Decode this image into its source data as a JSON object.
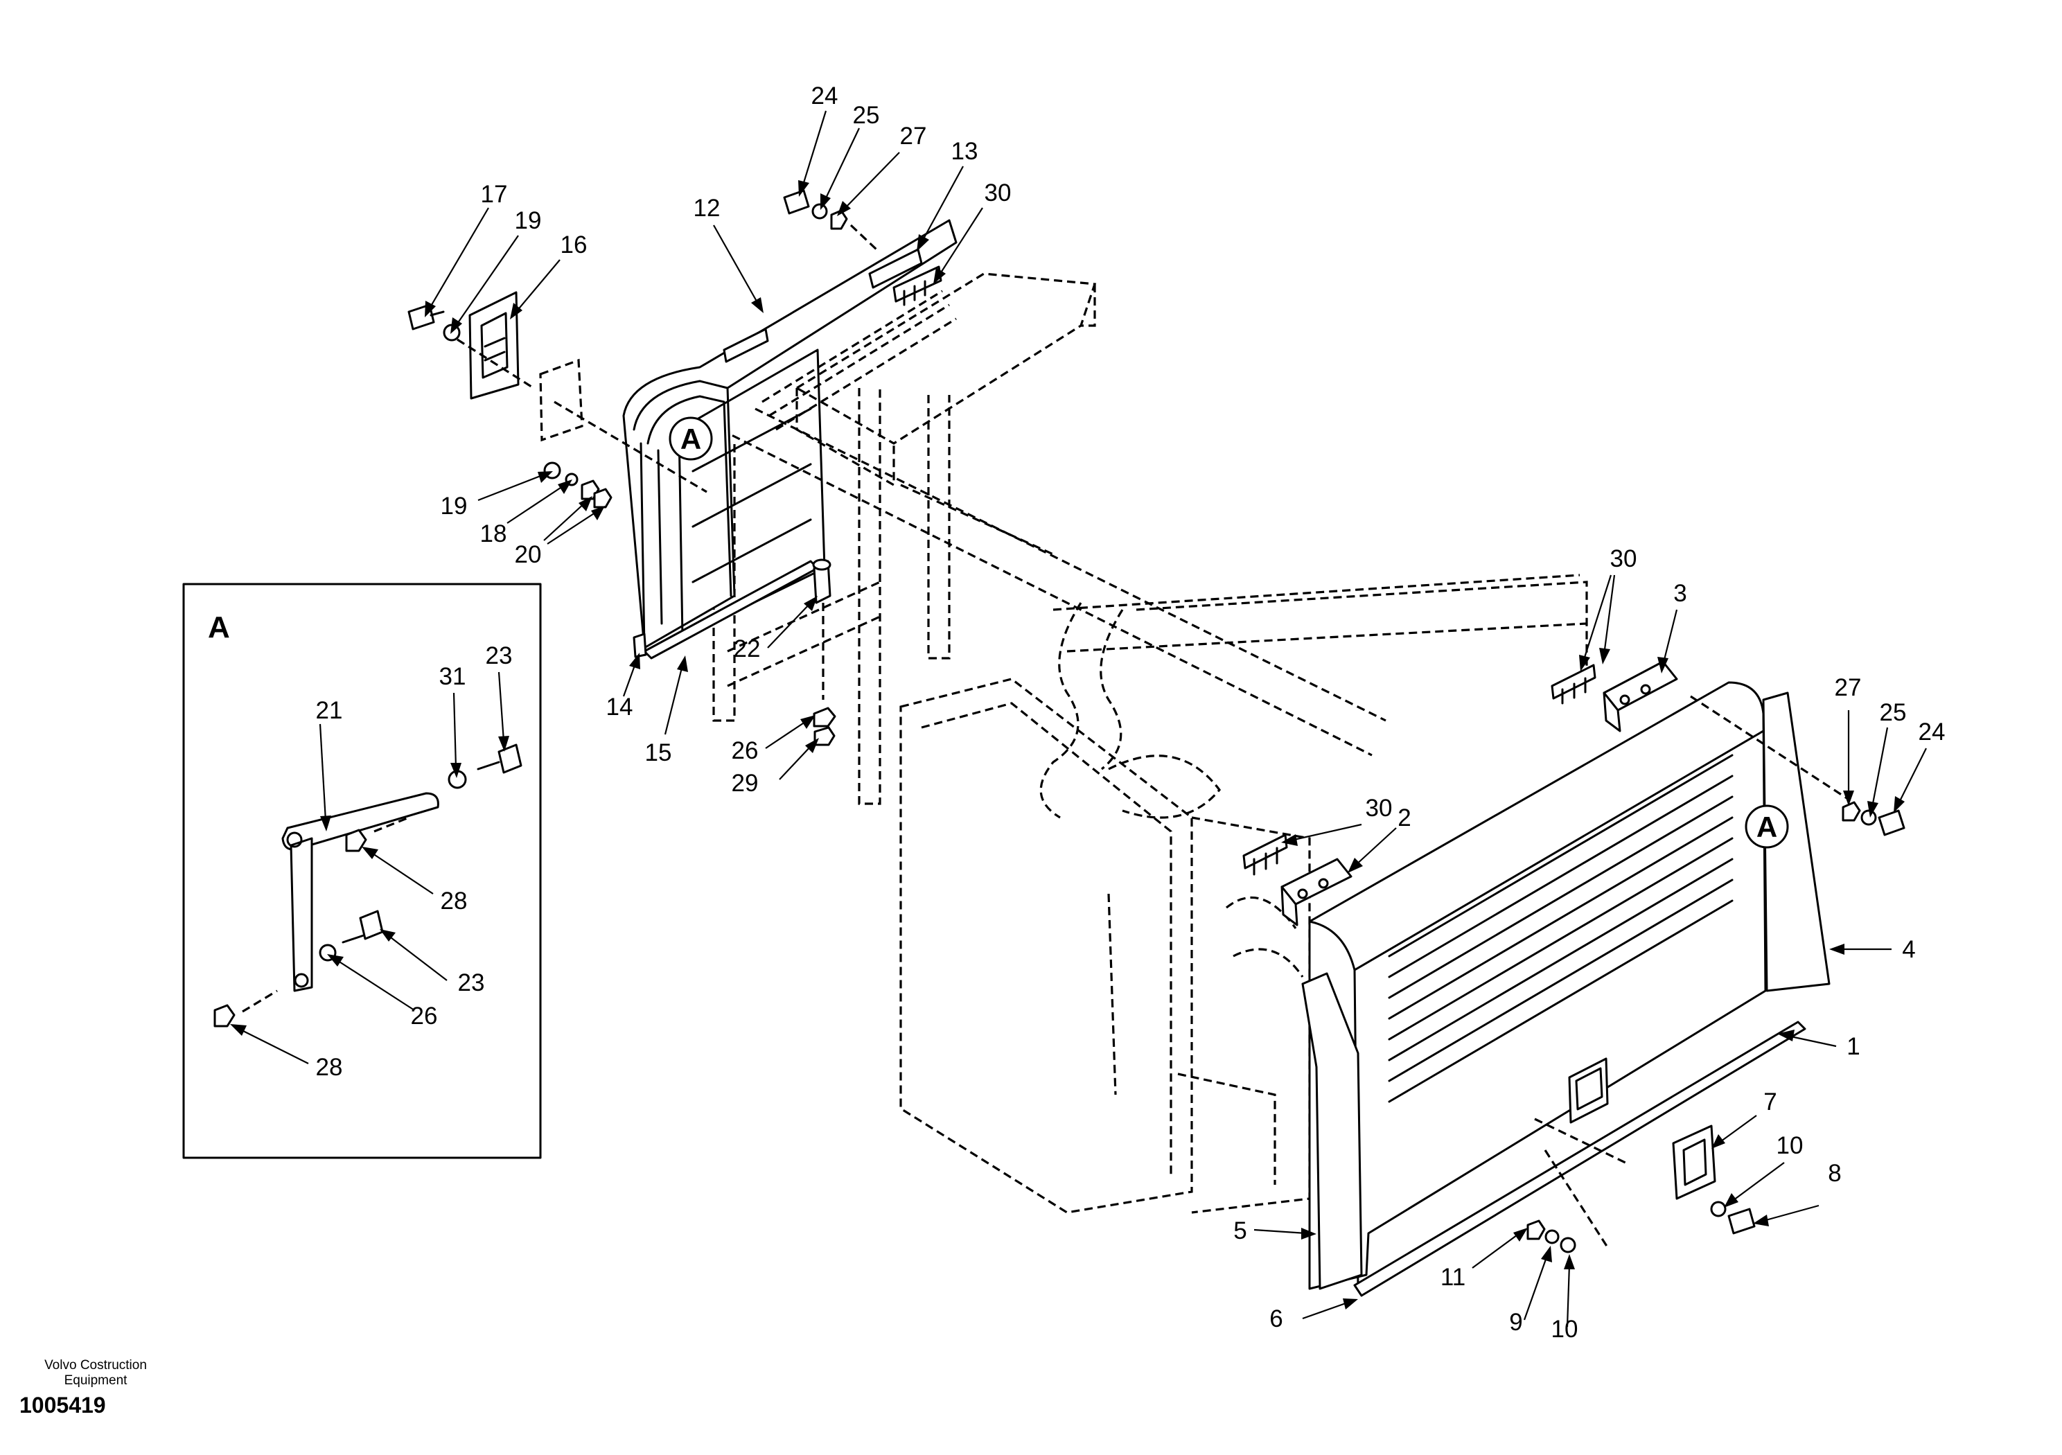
{
  "labels": {
    "l1": "1",
    "l2": "2",
    "l3": "3",
    "l4": "4",
    "l5": "5",
    "l6": "6",
    "l7": "7",
    "l8": "8",
    "l9": "9",
    "l10a": "10",
    "l10b": "10",
    "l11": "11",
    "l12": "12",
    "l13": "13",
    "l14": "14",
    "l15": "15",
    "l16": "16",
    "l17": "17",
    "l18": "18",
    "l19a": "19",
    "l19b": "19",
    "l20": "20",
    "l21": "21",
    "l22": "22",
    "l23a": "23",
    "l23b": "23",
    "l24a": "24",
    "l24b": "24",
    "l25a": "25",
    "l25b": "25",
    "l26a": "26",
    "l26b": "26",
    "l27a": "27",
    "l27b": "27",
    "l28a": "28",
    "l28b": "28",
    "l29": "29",
    "l30a": "30",
    "l30b": "30",
    "l30c": "30",
    "l31": "31"
  },
  "detail": {
    "letter": "A"
  },
  "callouts": {
    "a1": "A",
    "a2": "A"
  },
  "footer": {
    "brand_line1": "Volvo Costruction",
    "brand_line2": "Equipment",
    "doc_number": "1005419"
  }
}
